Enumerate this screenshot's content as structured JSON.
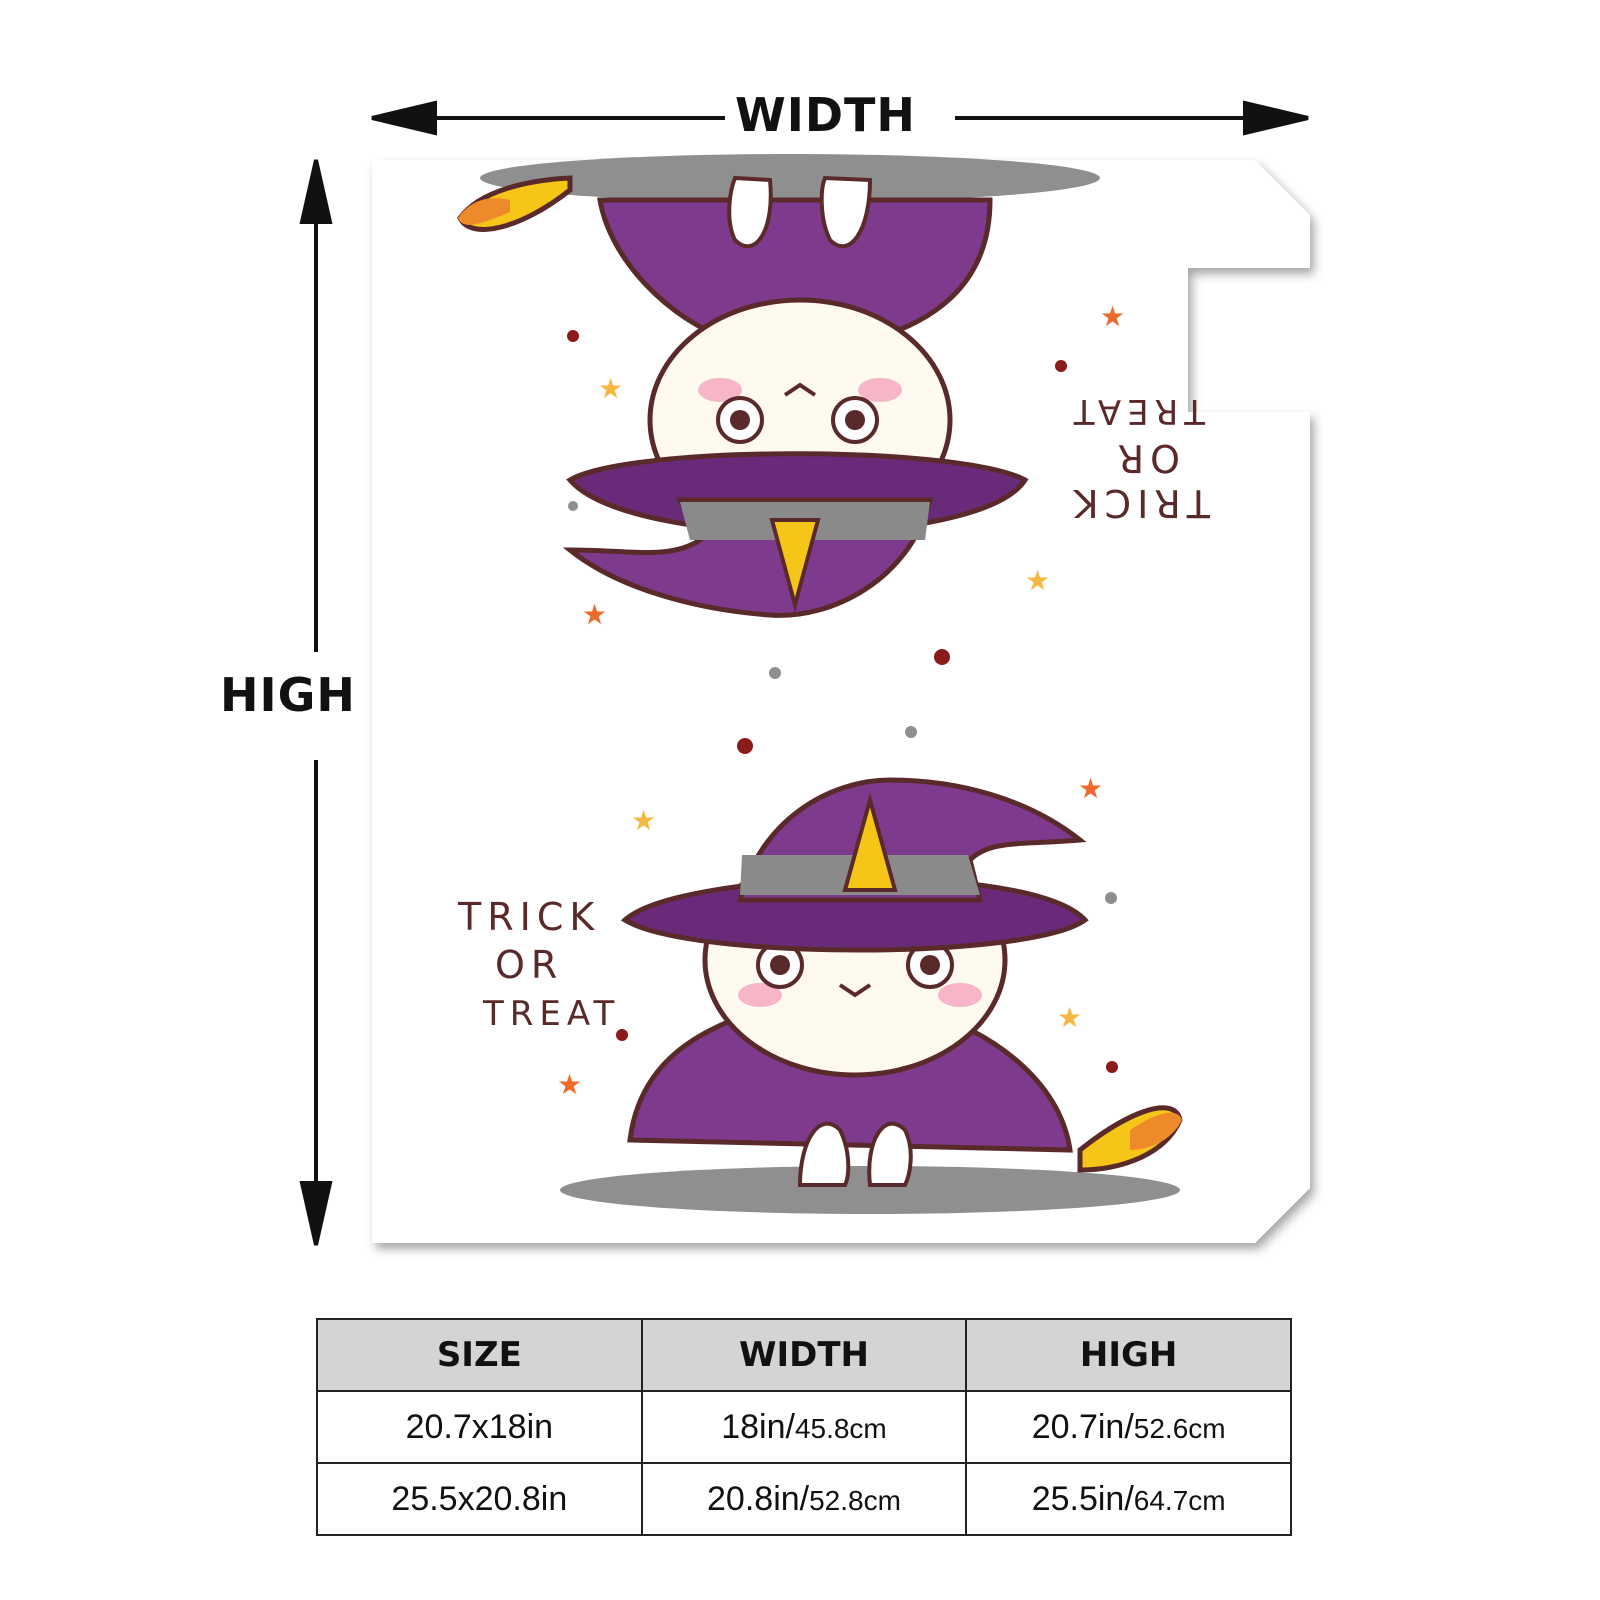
{
  "dimension_labels": {
    "width": "WIDTH",
    "high": "HIGH"
  },
  "artwork": {
    "top_text": [
      "TRICK",
      "OR",
      "TREAT"
    ],
    "bottom_text": [
      "TRICK",
      "OR",
      "TREAT"
    ],
    "colors": {
      "hat_purple": "#7e3a8c",
      "hat_band": "#8a8a8a",
      "horn_yellow": "#f5c518",
      "hair_orange": "#ee8a2a",
      "cheek_pink": "#f7b6c8",
      "shadow_gray": "#8f8f8f",
      "outline": "#5a2a2a"
    }
  },
  "table": {
    "headers": [
      "SIZE",
      "WIDTH",
      "HIGH"
    ],
    "rows": [
      {
        "size": "20.7x18in",
        "width_in": "18in/",
        "width_cm": "45.8cm",
        "high_in": "20.7in/",
        "high_cm": "52.6cm"
      },
      {
        "size": "25.5x20.8in",
        "width_in": "20.8in/",
        "width_cm": "52.8cm",
        "high_in": "25.5in/",
        "high_cm": "64.7cm"
      }
    ]
  }
}
